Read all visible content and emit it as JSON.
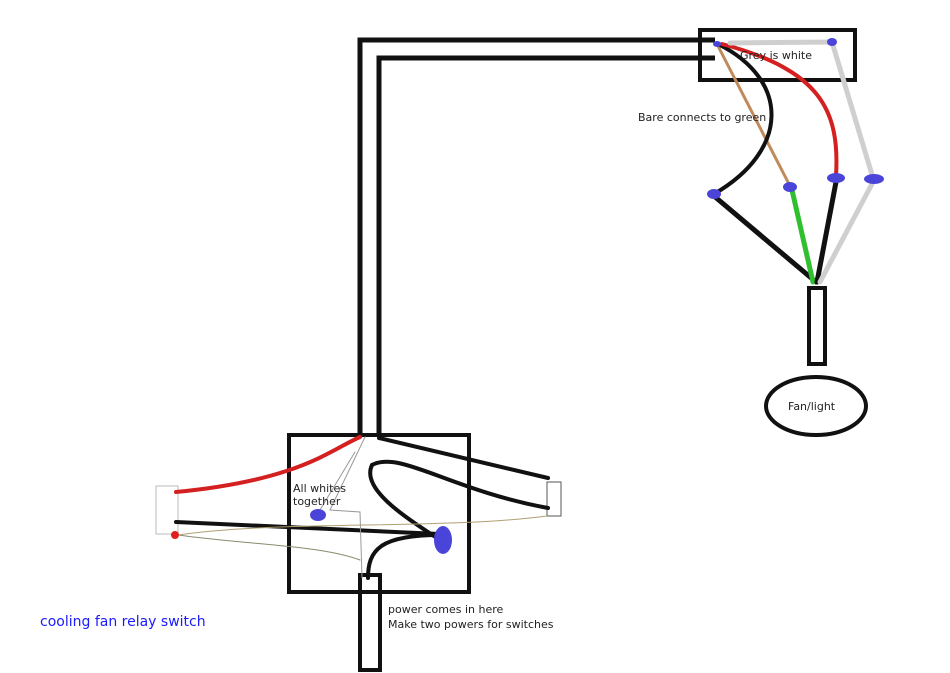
{
  "labels": {
    "grey_is_white": "Grey is white",
    "bare_connects": "Bare connects to green",
    "fan_light": "Fan/light",
    "all_whites_1": "All whites",
    "all_whites_2": "together",
    "power_1": "power comes in here",
    "power_2": "Make two powers for switches"
  },
  "caption": "cooling fan relay switch",
  "colors": {
    "black": "#111111",
    "red": "#d42020",
    "grey": "#cfcfcf",
    "green": "#2fbf2f",
    "bare": "#c08a5a",
    "nut": "#4a44d8",
    "caption": "#1a1aff"
  }
}
